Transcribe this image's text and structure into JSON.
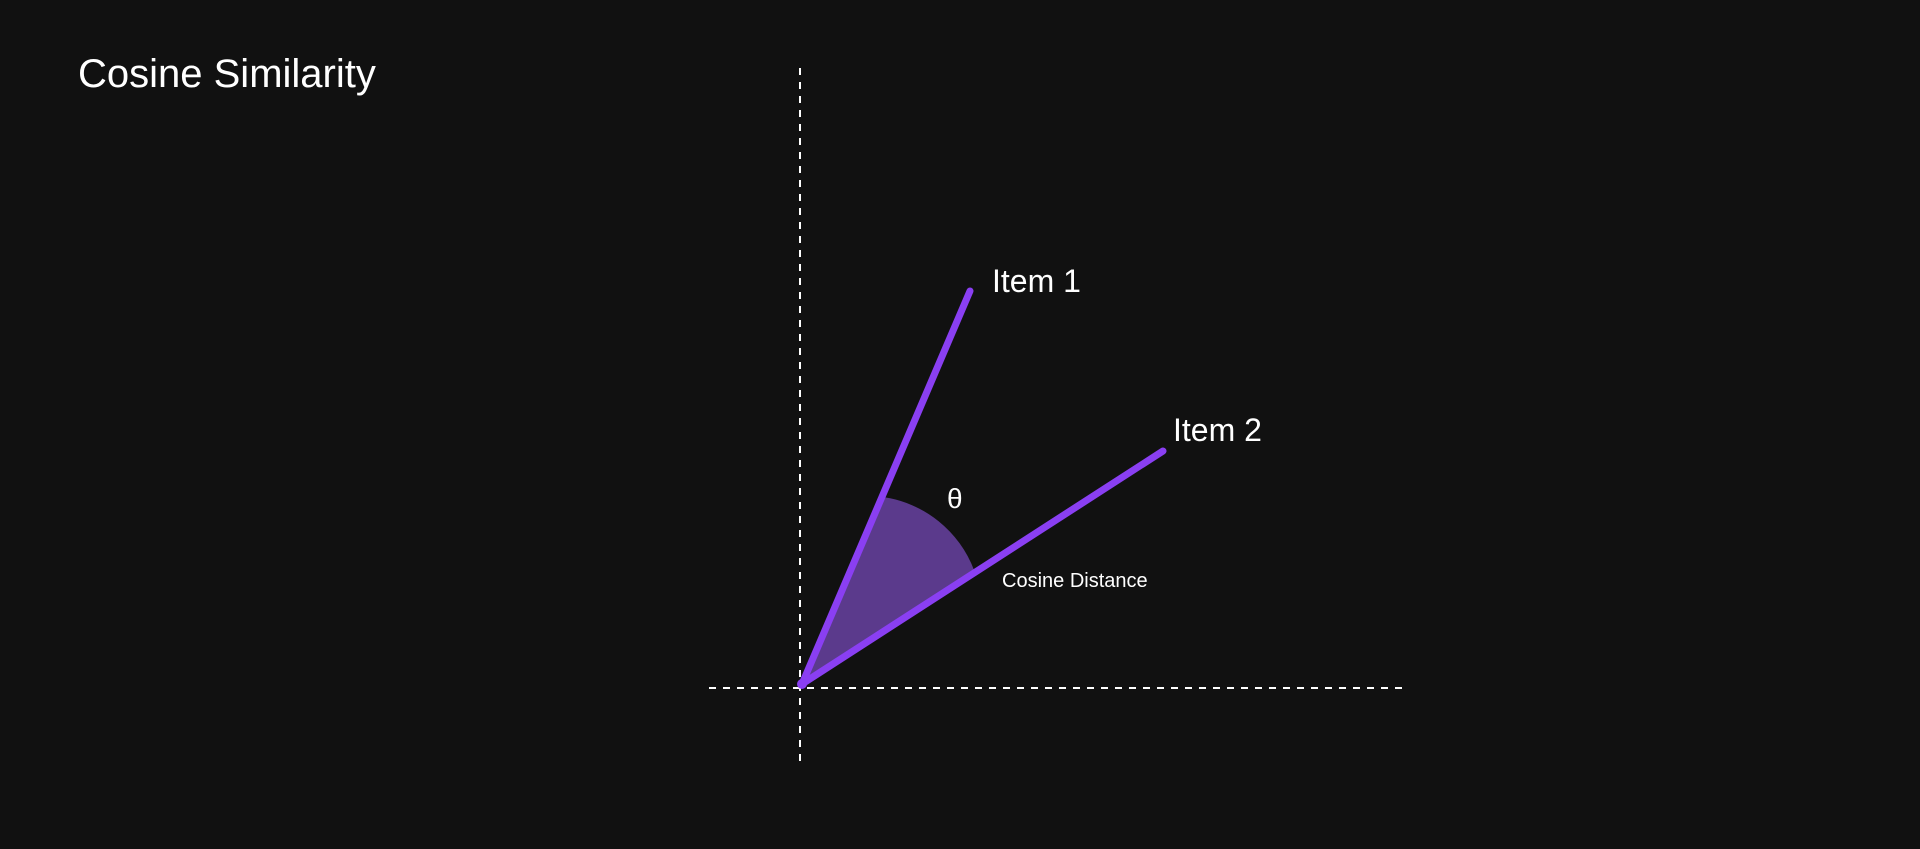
{
  "title": "Cosine Similarity",
  "diagram": {
    "vectors": [
      {
        "label": "Item 1"
      },
      {
        "label": "Item 2"
      }
    ],
    "angle_symbol": "θ",
    "distance_label": "Cosine Distance",
    "colors": {
      "background": "#111111",
      "vector": "#8a3ff2",
      "angle_fill": "#5b3a8c",
      "axes": "#ffffff",
      "text": "#ffffff"
    }
  }
}
